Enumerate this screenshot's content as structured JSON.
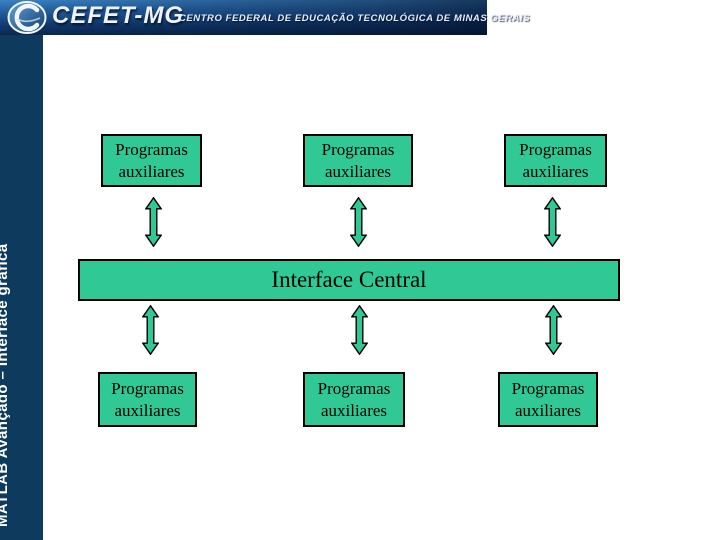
{
  "header": {
    "brand": "CEFET-MG",
    "subtitle": "CENTRO FEDERAL DE EDUCAÇÃO TECNOLÓGICA DE MINAS GERAIS",
    "logo_icon": "cefet-swoosh-icon"
  },
  "sidebar": {
    "title": "MATLAB Avançado – Interface gráfica"
  },
  "diagram": {
    "top_boxes": [
      {
        "label": "Programas auxiliares"
      },
      {
        "label": "Programas auxiliares"
      },
      {
        "label": "Programas auxiliares"
      }
    ],
    "center_bar": {
      "label": "Interface Central"
    },
    "bottom_boxes": [
      {
        "label": "Programas auxiliares"
      },
      {
        "label": "Programas auxiliares"
      },
      {
        "label": "Programas auxiliares"
      }
    ],
    "arrow_icon": "double-vertical-arrow-icon"
  },
  "colors": {
    "box_green": "#30c996",
    "sidebar_navy": "#0e3a5e",
    "banner_blue_light": "#3b82c4",
    "banner_blue_dark": "#0a2750"
  }
}
